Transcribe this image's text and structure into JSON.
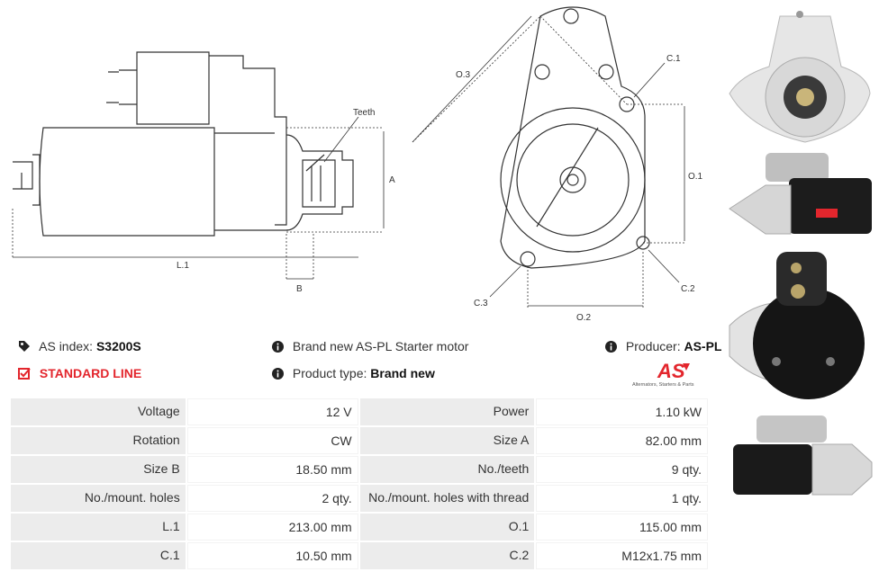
{
  "drawing": {
    "labels": {
      "teeth": "Teeth",
      "a": "A",
      "l1": "L.1",
      "b": "B",
      "o3": "O.3",
      "c1": "C.1",
      "o1": "O.1",
      "c2": "C.2",
      "c3": "C.3",
      "o2": "O.2"
    }
  },
  "info": {
    "as_index_label": "AS index:",
    "as_index_value": "S3200S",
    "line": "STANDARD LINE",
    "brand_text": "Brand new AS-PL Starter motor",
    "product_type_label": "Product type:",
    "product_type_value": "Brand new",
    "producer_label": "Producer:",
    "producer_value": "AS-PL"
  },
  "logo": {
    "mark": "AS",
    "tagline": "Alternators, Starters & Parts"
  },
  "colors": {
    "accent_red": "#e3262d",
    "label_bg": "#ececec"
  },
  "specs": [
    [
      {
        "label": "Voltage",
        "value": "12 V"
      },
      {
        "label": "Power",
        "value": "1.10 kW"
      }
    ],
    [
      {
        "label": "Rotation",
        "value": "CW"
      },
      {
        "label": "Size A",
        "value": "82.00 mm"
      }
    ],
    [
      {
        "label": "Size B",
        "value": "18.50 mm"
      },
      {
        "label": "No./teeth",
        "value": "9 qty."
      }
    ],
    [
      {
        "label": "No./mount. holes",
        "value": "2 qty."
      },
      {
        "label": "No./mount. holes with thread",
        "value": "1 qty."
      }
    ],
    [
      {
        "label": "L.1",
        "value": "213.00 mm"
      },
      {
        "label": "O.1",
        "value": "115.00 mm"
      }
    ],
    [
      {
        "label": "C.1",
        "value": "10.50 mm"
      },
      {
        "label": "C.2",
        "value": "M12x1.75 mm"
      }
    ]
  ]
}
